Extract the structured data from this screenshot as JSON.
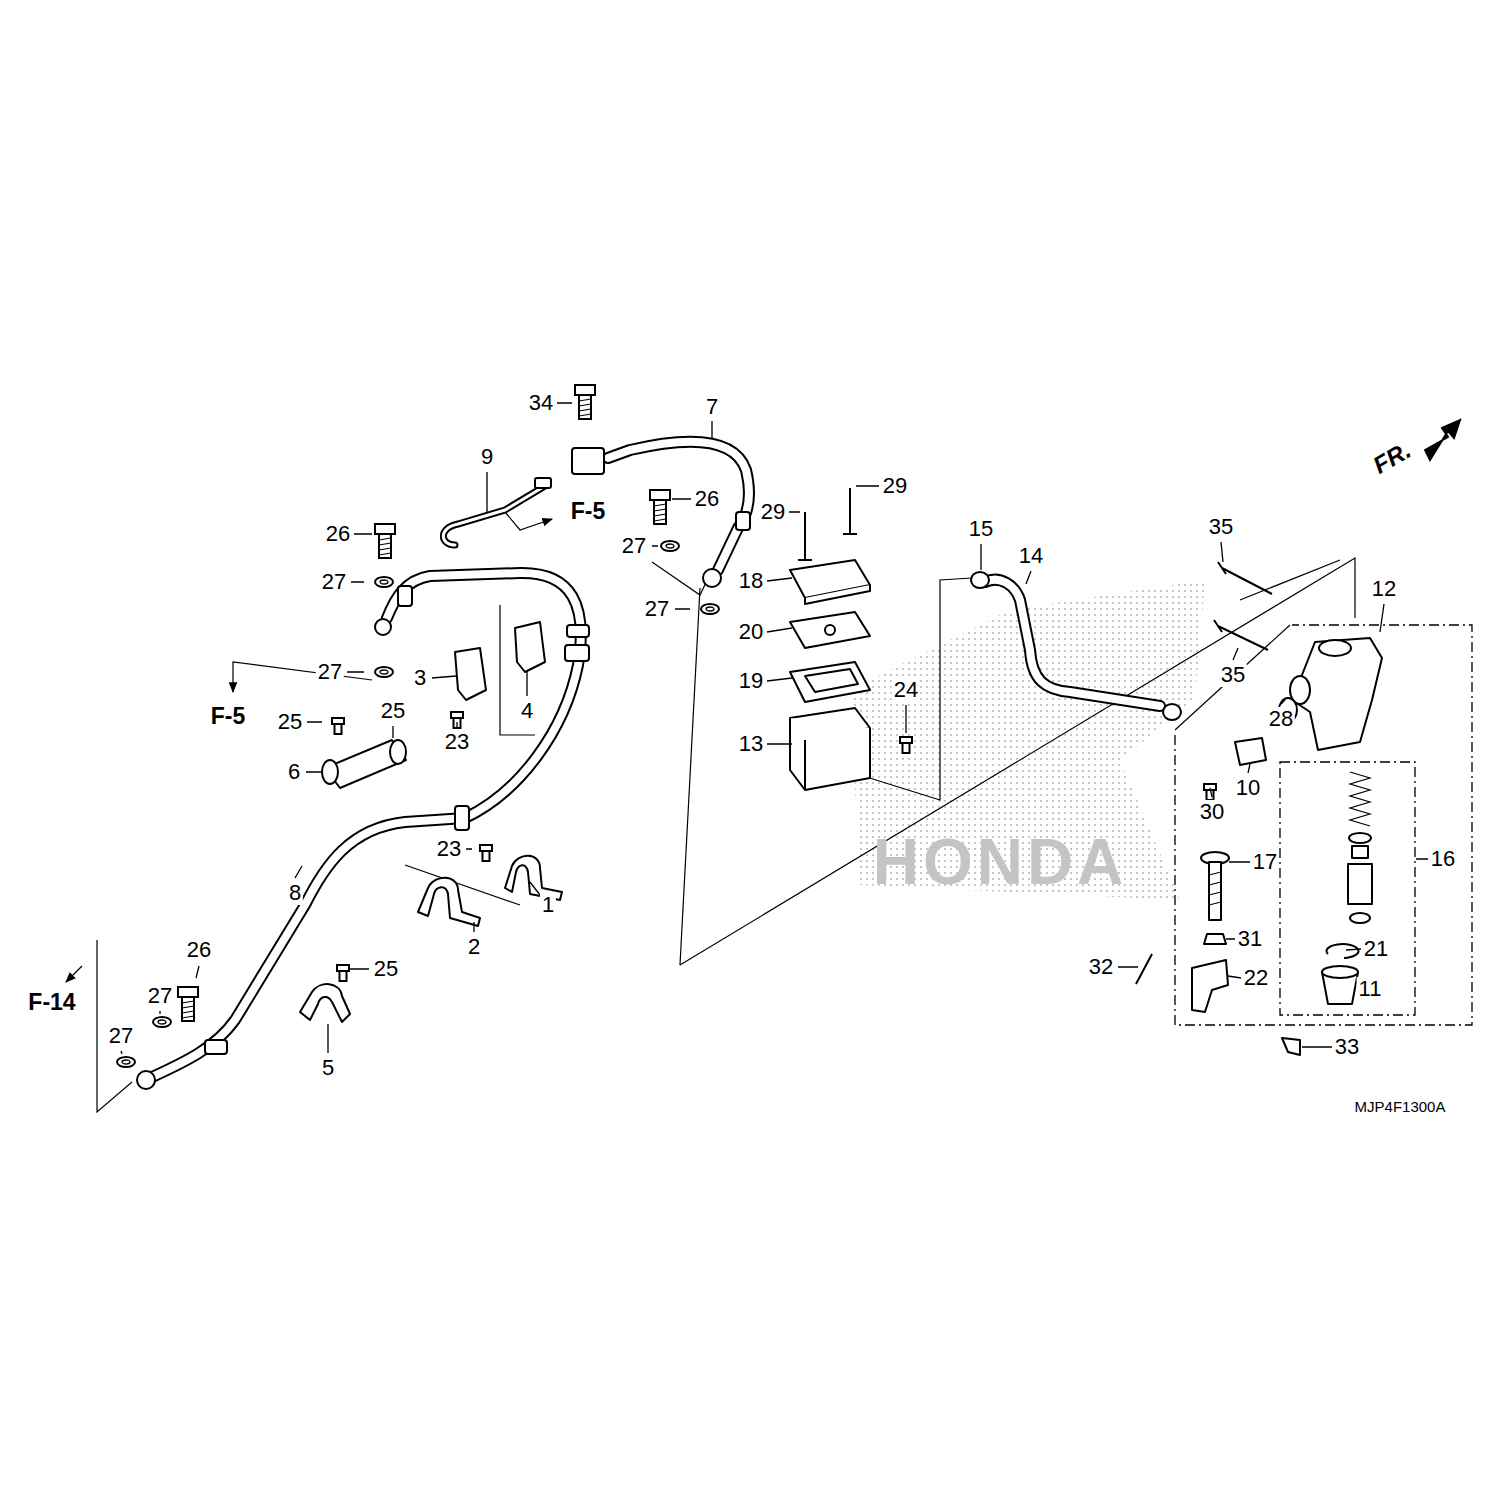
{
  "diagram": {
    "labels": [
      "34",
      "7",
      "9",
      "F-5",
      "26",
      "29",
      "29",
      "26",
      "27",
      "15",
      "14",
      "35",
      "12",
      "27",
      "18",
      "27",
      "20",
      "35",
      "3",
      "27",
      "19",
      "24",
      "28",
      "F-5",
      "25",
      "25",
      "4",
      "6",
      "13",
      "23",
      "10",
      "30",
      "23",
      "17",
      "16",
      "1",
      "8",
      "2",
      "31",
      "21",
      "26",
      "32",
      "22",
      "25",
      "F-14",
      "27",
      "11",
      "27",
      "5",
      "33",
      "MJP4F1300A",
      "FR.",
      "HONDA"
    ]
  }
}
